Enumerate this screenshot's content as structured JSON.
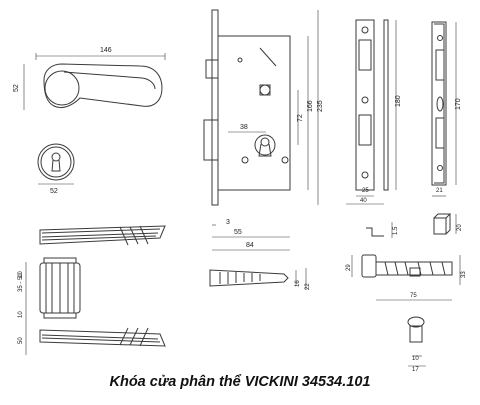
{
  "caption": "Khóa cửa phân thể VICKINI 34534.101",
  "dims": {
    "handle_width": "146",
    "handle_height": "52",
    "rose_width": "52",
    "lock_72": "72",
    "lock_166": "166",
    "lock_235": "235",
    "lock_38": "38",
    "lock_3": "3",
    "lock_55": "55",
    "lock_84": "84",
    "plate_180": "180",
    "plate_25": "25",
    "plate_40": "40",
    "plate_15": "1.5",
    "strike_170": "170",
    "strike_21": "21",
    "cyl_29": "29",
    "cyl_33": "33",
    "cyl_75": "75",
    "block_20": "20",
    "screw_16": "16",
    "screw_22": "22",
    "handle_10": "10",
    "handle_35_50": "35 - 50",
    "handle_10b": "10",
    "handle_50": "50",
    "key_10": "10",
    "key_17": "17"
  },
  "colors": {
    "line": "#3a3a3a",
    "text": "#222222",
    "dim": "#555555"
  }
}
